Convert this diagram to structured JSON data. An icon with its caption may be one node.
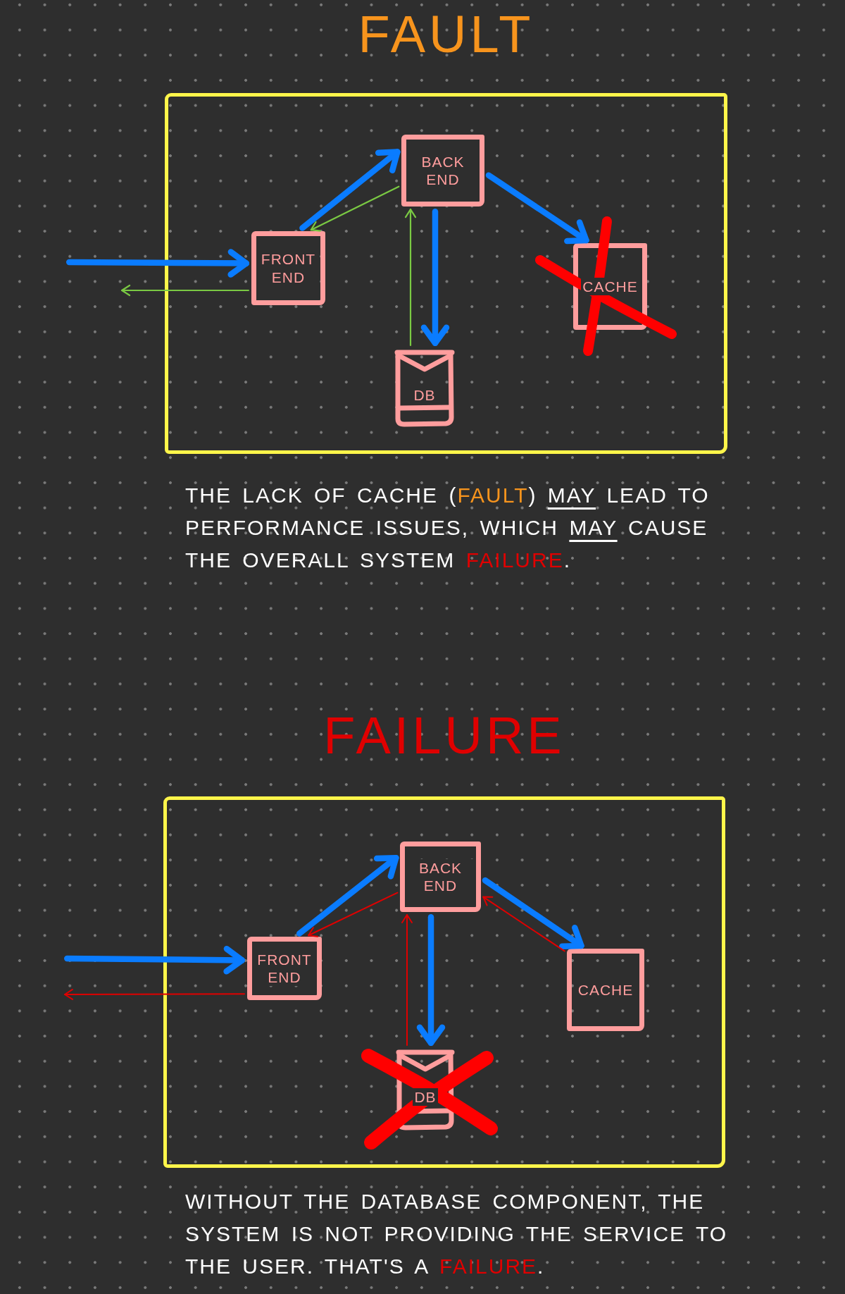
{
  "diagram": {
    "nodes": [
      {
        "text": [
          "FAULT"
        ],
        "beside": [
          "THE LACK OF CACHE (**FAULT**) *MAY* LEAD TO PERFORMANCE ISSUES, WHICH *MAY* CAUSE THE OVERALL SYSTEM **FAILURE**."
        ]
      },
      {
        "text": [
          "FRONT END"
        ],
        "in": 0
      },
      {
        "text": [
          "BACK END"
        ],
        "in": 0
      },
      {
        "text": [
          "CACHE"
        ],
        "in": 0
      },
      {
        "text": [
          "DB"
        ],
        "in": 0
      },
      {
        "text": [
          "FAILURE"
        ],
        "beside": [
          "WITHOUT THE DATABASE COMPONENT, THE SYSTEM IS NOT PROVIDING THE SERVICE TO THE USER. THAT'S A **FAILURE**."
        ]
      },
      {
        "text": [
          "FRONT END"
        ],
        "in": 5
      },
      {
        "text": [
          "BACK END"
        ],
        "in": 5
      },
      {
        "text": [
          "CACHE"
        ],
        "in": 5
      },
      {
        "text": [
          "DB"
        ],
        "in": 5
      }
    ],
    "edges": [
      {
        "from": null,
        "to": 1,
        "arrow": "to"
      },
      {
        "from": 1,
        "to": null,
        "arrow": "to",
        "color": "#7ac943"
      },
      {
        "from": 1,
        "to": 2,
        "arrow": "to"
      },
      {
        "from": 2,
        "to": 1,
        "arrow": "to",
        "color": "#7ac943"
      },
      {
        "from": 2,
        "to": 3,
        "arrow": "to"
      },
      {
        "from": 2,
        "to": 4,
        "arrow": "to"
      },
      {
        "from": 4,
        "to": 2,
        "arrow": "to",
        "color": "#7ac943"
      },
      {
        "from": null,
        "to": 6,
        "arrow": "to"
      },
      {
        "from": 6,
        "to": null,
        "arrow": "to",
        "color": "#e00000"
      },
      {
        "from": 6,
        "to": 7,
        "arrow": "to"
      },
      {
        "from": 7,
        "to": 6,
        "arrow": "to",
        "color": "#e00000"
      },
      {
        "from": 7,
        "to": 8,
        "arrow": "to"
      },
      {
        "from": 8,
        "to": 7,
        "arrow": "to",
        "color": "#e00000"
      },
      {
        "from": 7,
        "to": 9,
        "arrow": "to"
      },
      {
        "from": 9,
        "to": 7,
        "arrow": "to",
        "color": "#e00000"
      }
    ]
  }
}
